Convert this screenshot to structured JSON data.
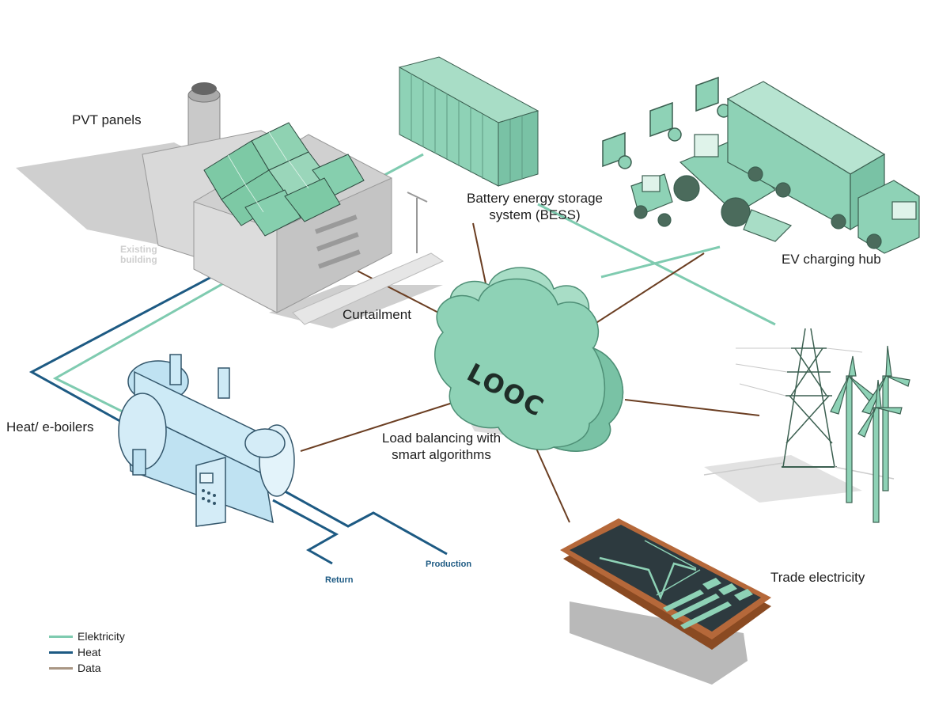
{
  "labels": {
    "pvt_panels": "PVT panels",
    "existing_building": "Existing\nbuilding",
    "bess": "Battery energy storage\nsystem (BESS)",
    "ev_hub": "EV charging hub",
    "curtailment": "Curtailment",
    "heat_boilers": "Heat/ e-boilers",
    "load_balancing": "Load balancing with\nsmart algorithms",
    "trade_electricity": "Trade electricity",
    "cloud_logo": "LOOC",
    "return": "Return",
    "production": "Production"
  },
  "legend": [
    {
      "label": "Elektricity",
      "color": "#7fcbb0"
    },
    {
      "label": "Heat",
      "color": "#1d5a83"
    },
    {
      "label": "Data",
      "color": "#a99684"
    }
  ],
  "colors": {
    "electricity": "#7fcbb0",
    "heat": "#1d5a83",
    "data": "#6b3e22",
    "equipment": "#8ed2b6",
    "equipment_dark": "#3b5f50",
    "building": "#d6d6d6",
    "boiler": "#d4ecf7",
    "phone_frame": "#8a4a22",
    "phone_screen": "#2d3a3f"
  },
  "icons": [
    "building-icon",
    "pvt-panels-icon",
    "container-icon",
    "ev-charger-icon",
    "forklift-icon",
    "tractor-icon",
    "truck-icon",
    "cloud-icon",
    "boiler-icon",
    "power-pylon-icon",
    "wind-turbine-icon",
    "smartphone-icon"
  ]
}
